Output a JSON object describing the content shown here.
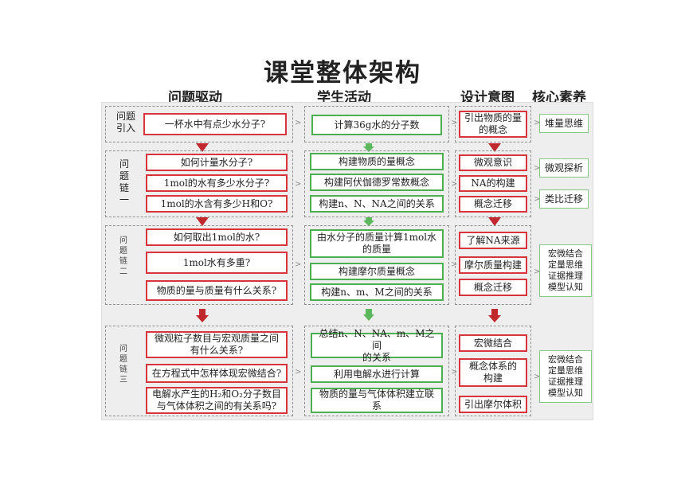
{
  "title": "课堂整体架构",
  "columns": {
    "problem": "问题驱动",
    "student": "学生活动",
    "design": "设计意图",
    "core": "核心素养"
  },
  "sections": [
    {
      "label": "问题\n引入",
      "problems": [
        "一杯水中有点少水分子?"
      ],
      "activities": [
        "计算36g水的分子数"
      ],
      "designs": [
        "引出物质的量\n的概念"
      ],
      "core": [
        "堆量思维"
      ]
    },
    {
      "label": "问\n题\n链\n一",
      "problems": [
        "如何计量水分子?",
        "1mol的水有多少水分子?",
        "1mol的水含有多少H和O?"
      ],
      "activities": [
        "构建物质的量概念",
        "构建阿伏伽德罗常数概念",
        "构建n、N、NA之间的关系"
      ],
      "designs": [
        "微观意识",
        "NA的构建",
        "概念迁移"
      ],
      "core": [
        "微观探析",
        "类比迁移"
      ]
    },
    {
      "label": "问\n题\n链\n二",
      "problems": [
        "如何取出1mol的水?",
        "1mol水有多重?",
        "物质的量与质量有什么关系?"
      ],
      "activities": [
        "由水分子的质量计算1mol水\n的质量",
        "构建摩尔质量概念",
        "构建n、m、M之间的关系"
      ],
      "designs": [
        "了解NA来源",
        "摩尔质量构建",
        "概念迁移"
      ],
      "core": [
        "宏微结合\n定量思维\n证据推理\n模型认知"
      ]
    },
    {
      "label": "问\n题\n链\n三",
      "problems": [
        "微观粒子数目与宏观质量之间\n有什么关系?",
        "在方程式中怎样体现宏微结合?",
        "电解水产生的H₂和O₂分子数目\n与气体体积之间的有关系吗?"
      ],
      "activities": [
        "总结n、N、NA、m、M之间\n的关系",
        "利用电解水进行计算",
        "物质的量与气体体积建立联\n系"
      ],
      "designs": [
        "宏微结合",
        "概念体系的\n构建",
        "引出摩尔体积"
      ],
      "core": [
        "宏微结合\n定量思维\n证据推理\n模型认知"
      ]
    }
  ],
  "colors": {
    "problem_border": "#d9343c",
    "activity_border": "#4caf50",
    "down_arrow": "#c0282e",
    "green_arrow": "#5cb85c"
  }
}
